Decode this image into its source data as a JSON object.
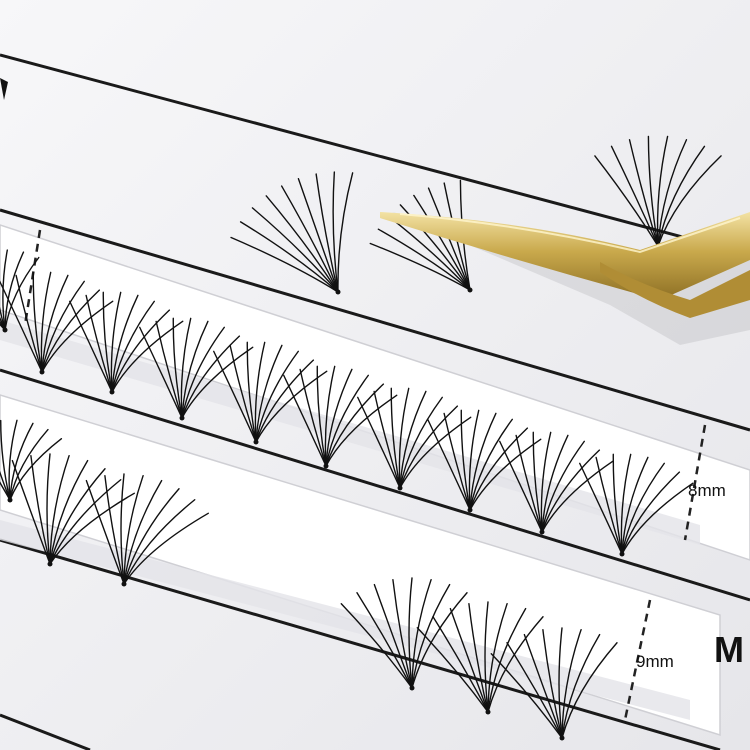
{
  "strips": [
    {
      "label": "8mm"
    },
    {
      "label": "9mm"
    }
  ],
  "card_letters": [
    "M"
  ],
  "colors": {
    "background": "#f0f0f2",
    "lash": "#111111",
    "tweezer_gold": "#c9a94c",
    "guide_line": "#1a1a1a"
  }
}
